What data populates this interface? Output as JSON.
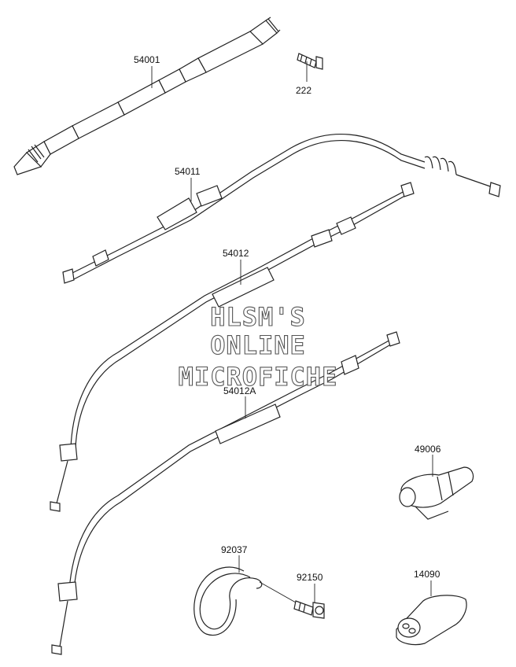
{
  "parts": [
    {
      "id": "p54001",
      "number": "54001"
    },
    {
      "id": "p222",
      "number": "222"
    },
    {
      "id": "p54011",
      "number": "54011"
    },
    {
      "id": "p54012",
      "number": "54012"
    },
    {
      "id": "p54012a",
      "number": "54012A"
    },
    {
      "id": "p49006",
      "number": "49006"
    },
    {
      "id": "p92037",
      "number": "92037"
    },
    {
      "id": "p92150",
      "number": "92150"
    },
    {
      "id": "p14090",
      "number": "14090"
    }
  ],
  "watermark": {
    "line1": "HLSM'S",
    "line2": "ONLINE",
    "line3": "MICROFICHE"
  }
}
